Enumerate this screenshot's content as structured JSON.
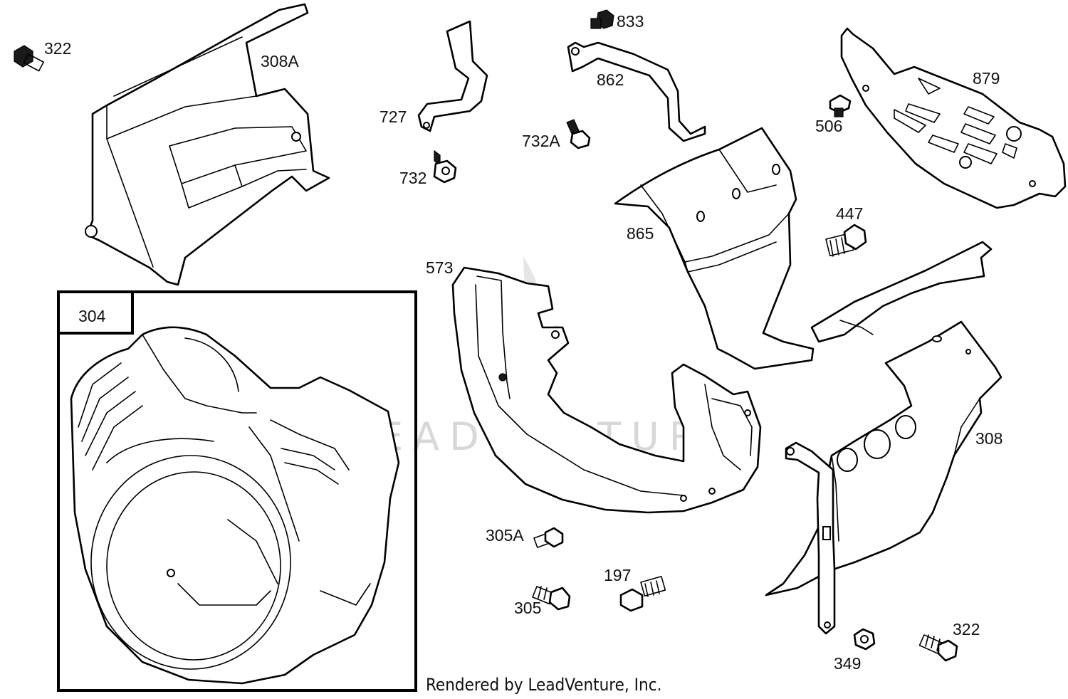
{
  "labels": {
    "p322a": "322",
    "p308a": "308A",
    "p727": "727",
    "p732": "732",
    "p833": "833",
    "p862": "862",
    "p732a": "732A",
    "p506": "506",
    "p879": "879",
    "p865": "865",
    "p447": "447",
    "p573": "573",
    "p304": "304",
    "p308": "308",
    "p305a": "305A",
    "p305": "305",
    "p197": "197",
    "p349": "349",
    "p322b": "322"
  },
  "watermark": "LEADVENTURE",
  "credit": "Rendered by LeadVenture, Inc."
}
